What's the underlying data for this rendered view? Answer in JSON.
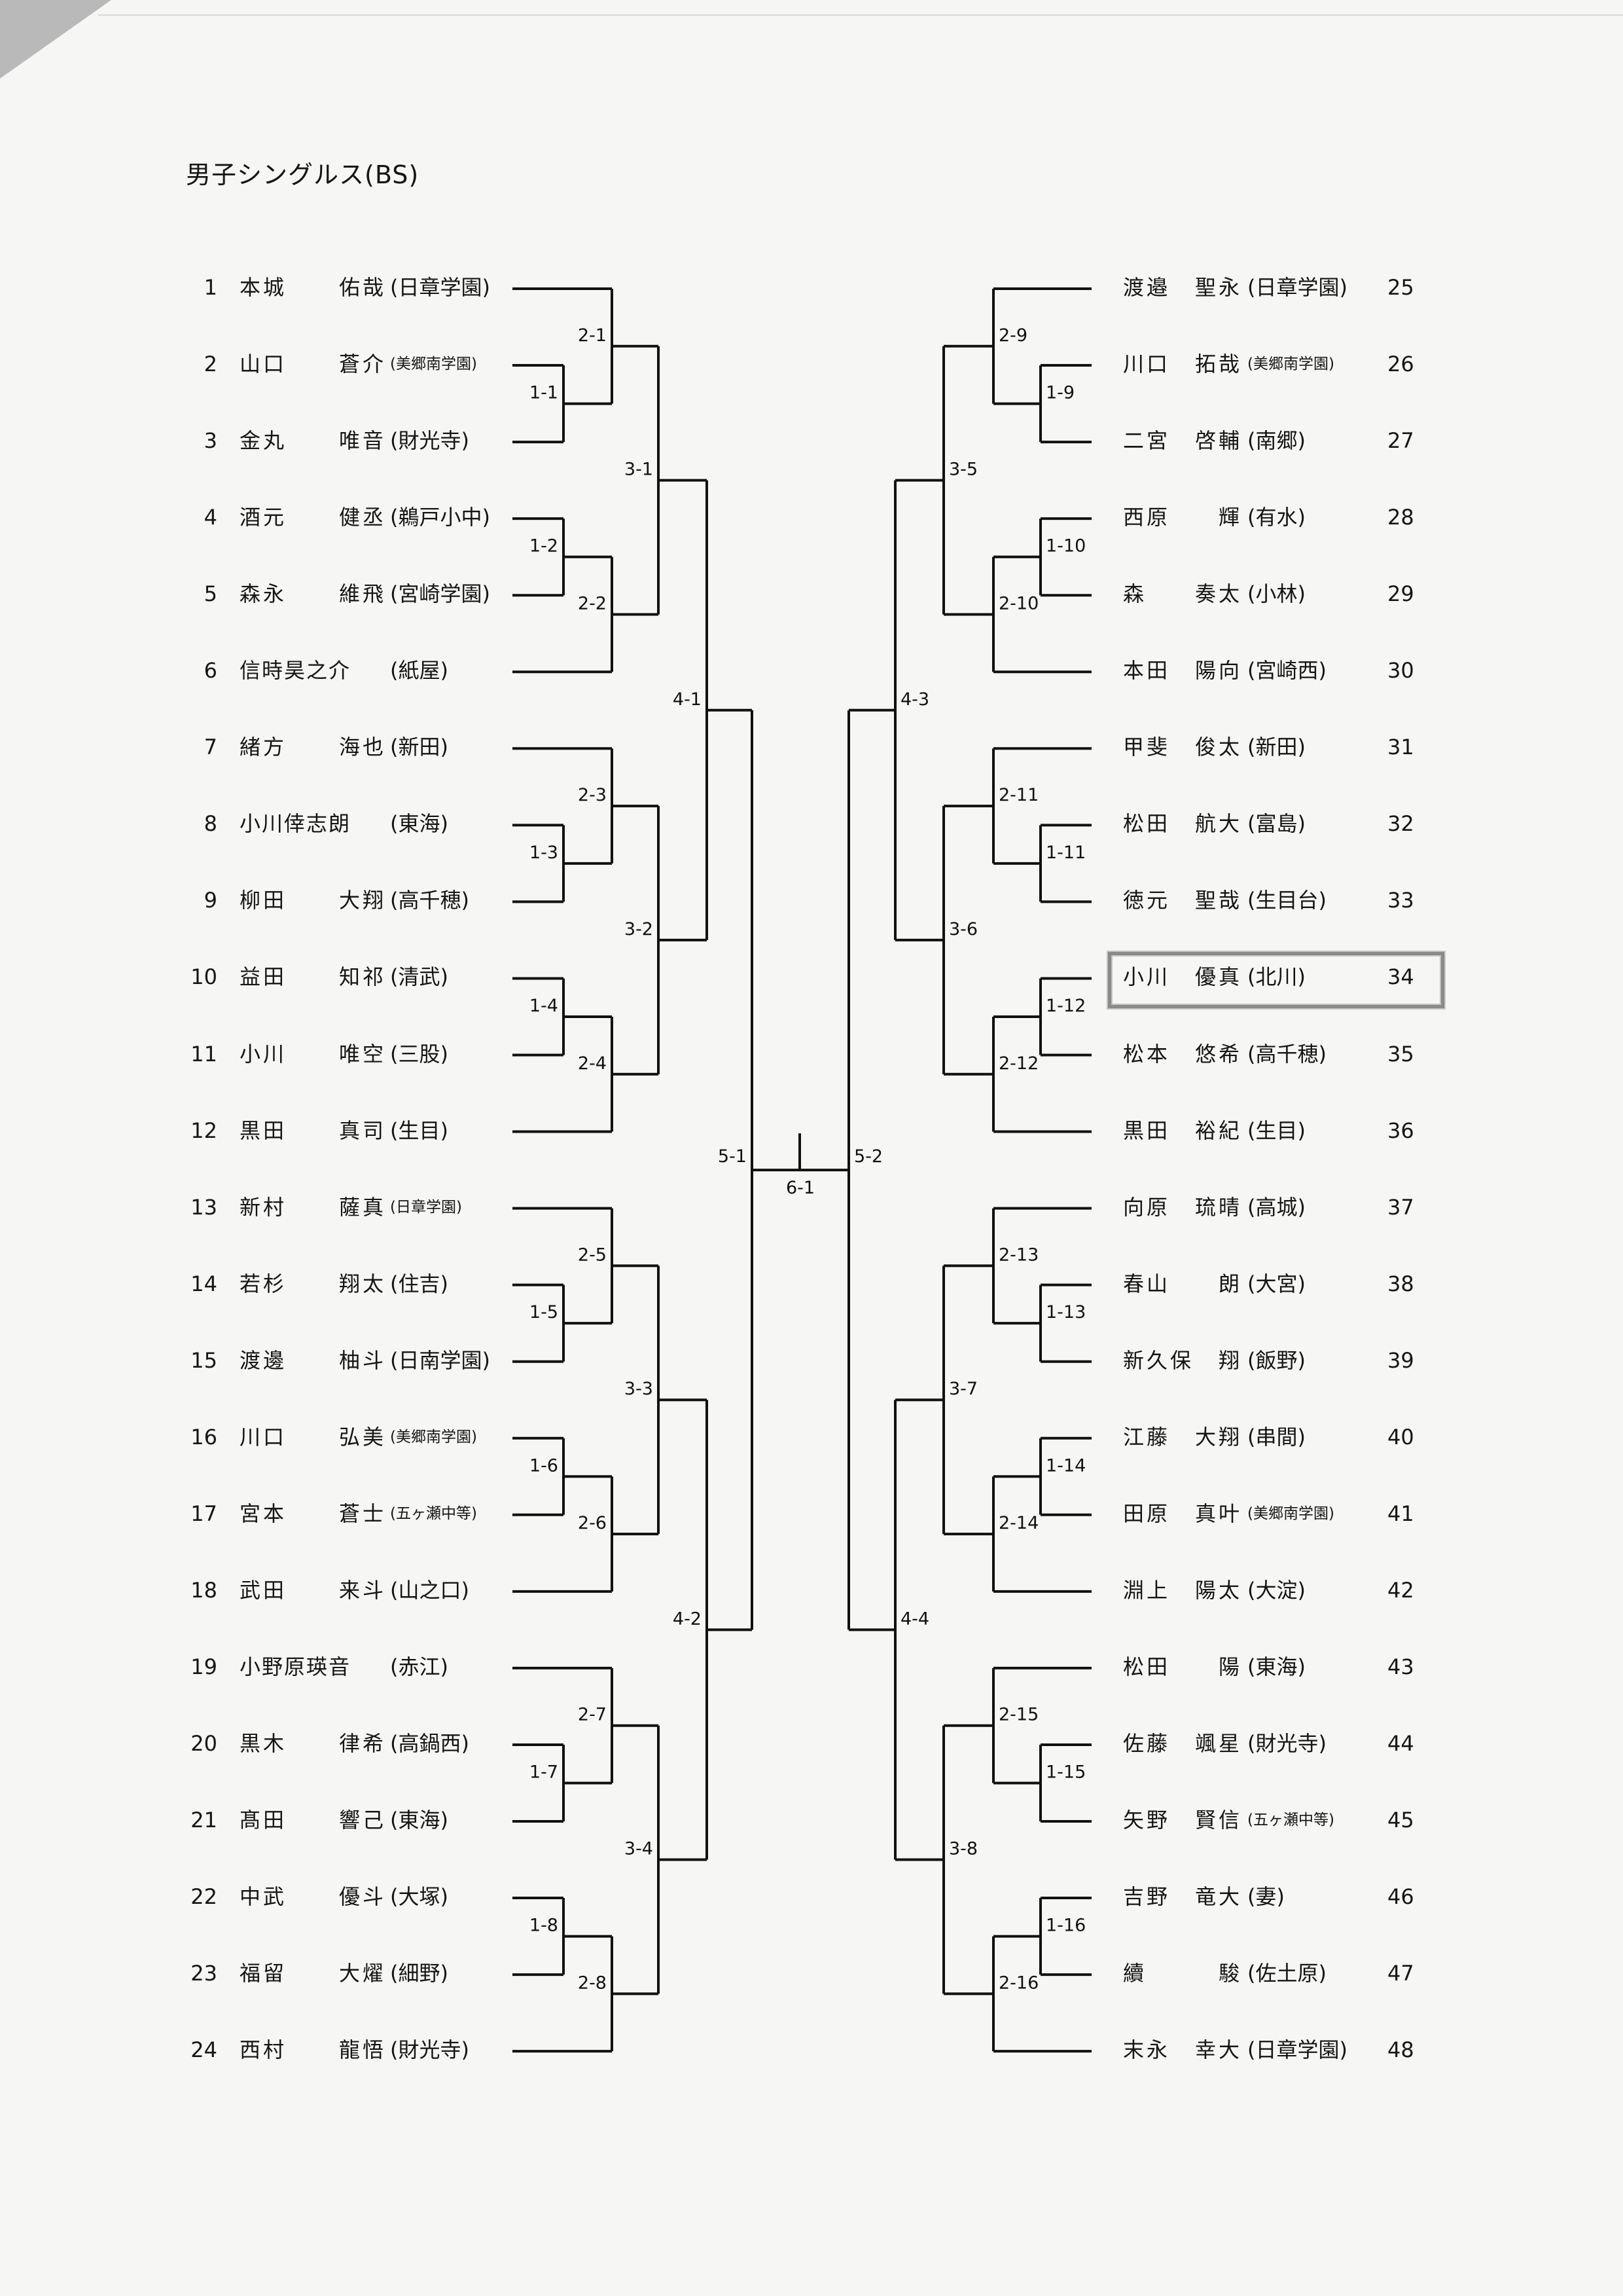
{
  "title": "男子シングルス(BS)",
  "highlighted_seed": 34,
  "left_players": [
    {
      "no": "1",
      "family": "本城",
      "given": "佑哉",
      "school": "(日章学園)"
    },
    {
      "no": "2",
      "family": "山口",
      "given": "蒼介",
      "school": "(美郷南学園)",
      "small": true
    },
    {
      "no": "3",
      "family": "金丸",
      "given": "唯音",
      "school": "(財光寺)"
    },
    {
      "no": "4",
      "family": "酒元",
      "given": "健丞",
      "school": "(鵜戸小中)"
    },
    {
      "no": "5",
      "family": "森永",
      "given": "維飛",
      "school": "(宮崎学園)"
    },
    {
      "no": "6",
      "family": "信時昊之介",
      "given": "",
      "school": "(紙屋)"
    },
    {
      "no": "7",
      "family": "緒方",
      "given": "海也",
      "school": "(新田)"
    },
    {
      "no": "8",
      "family": "小川倖志朗",
      "given": "",
      "school": "(東海)"
    },
    {
      "no": "9",
      "family": "柳田",
      "given": "大翔",
      "school": "(高千穂)"
    },
    {
      "no": "10",
      "family": "益田",
      "given": "知祁",
      "school": "(清武)"
    },
    {
      "no": "11",
      "family": "小川",
      "given": "唯空",
      "school": "(三股)"
    },
    {
      "no": "12",
      "family": "黒田",
      "given": "真司",
      "school": "(生目)"
    },
    {
      "no": "13",
      "family": "新村",
      "given": "薩真",
      "school": "(日章学園)",
      "small": true
    },
    {
      "no": "14",
      "family": "若杉",
      "given": "翔太",
      "school": "(住吉)"
    },
    {
      "no": "15",
      "family": "渡邊",
      "given": "柚斗",
      "school": "(日南学園)"
    },
    {
      "no": "16",
      "family": "川口",
      "given": "弘美",
      "school": "(美郷南学園)",
      "small": true
    },
    {
      "no": "17",
      "family": "宮本",
      "given": "蒼士",
      "school": "(五ヶ瀬中等)",
      "small": true
    },
    {
      "no": "18",
      "family": "武田",
      "given": "来斗",
      "school": "(山之口)"
    },
    {
      "no": "19",
      "family": "小野原瑛音",
      "given": "",
      "school": "(赤江)"
    },
    {
      "no": "20",
      "family": "黒木",
      "given": "律希",
      "school": "(高鍋西)"
    },
    {
      "no": "21",
      "family": "髙田",
      "given": "響己",
      "school": "(東海)"
    },
    {
      "no": "22",
      "family": "中武",
      "given": "優斗",
      "school": "(大塚)"
    },
    {
      "no": "23",
      "family": "福留",
      "given": "大燿",
      "school": "(細野)"
    },
    {
      "no": "24",
      "family": "西村",
      "given": "龍悟",
      "school": "(財光寺)"
    }
  ],
  "right_players": [
    {
      "no": "25",
      "family": "渡邉",
      "given": "聖永",
      "school": "(日章学園)"
    },
    {
      "no": "26",
      "family": "川口",
      "given": "拓哉",
      "school": "(美郷南学園)",
      "small": true
    },
    {
      "no": "27",
      "family": "二宮",
      "given": "啓輔",
      "school": "(南郷)"
    },
    {
      "no": "28",
      "family": "西原",
      "given": "輝",
      "school": "(有水)"
    },
    {
      "no": "29",
      "family": "森",
      "given": "奏太",
      "school": "(小林)"
    },
    {
      "no": "30",
      "family": "本田",
      "given": "陽向",
      "school": "(宮崎西)"
    },
    {
      "no": "31",
      "family": "甲斐",
      "given": "俊太",
      "school": "(新田)"
    },
    {
      "no": "32",
      "family": "松田",
      "given": "航大",
      "school": "(富島)"
    },
    {
      "no": "33",
      "family": "徳元",
      "given": "聖哉",
      "school": "(生目台)"
    },
    {
      "no": "34",
      "family": "小川",
      "given": "優真",
      "school": "(北川)"
    },
    {
      "no": "35",
      "family": "松本",
      "given": "悠希",
      "school": "(高千穂)"
    },
    {
      "no": "36",
      "family": "黒田",
      "given": "裕紀",
      "school": "(生目)"
    },
    {
      "no": "37",
      "family": "向原",
      "given": "琉晴",
      "school": "(高城)"
    },
    {
      "no": "38",
      "family": "春山",
      "given": "朗",
      "school": "(大宮)"
    },
    {
      "no": "39",
      "family": "新久保",
      "given": "翔",
      "school": "(飯野)"
    },
    {
      "no": "40",
      "family": "江藤",
      "given": "大翔",
      "school": "(串間)"
    },
    {
      "no": "41",
      "family": "田原",
      "given": "真叶",
      "school": "(美郷南学園)",
      "small": true
    },
    {
      "no": "42",
      "family": "淵上",
      "given": "陽太",
      "school": "(大淀)"
    },
    {
      "no": "43",
      "family": "松田",
      "given": "陽",
      "school": "(東海)"
    },
    {
      "no": "44",
      "family": "佐藤",
      "given": "颯星",
      "school": "(財光寺)"
    },
    {
      "no": "45",
      "family": "矢野",
      "given": "賢信",
      "school": "(五ヶ瀬中等)",
      "small": true
    },
    {
      "no": "46",
      "family": "吉野",
      "given": "竜大",
      "school": "(妻)"
    },
    {
      "no": "47",
      "family": "續",
      "given": "駿",
      "school": "(佐土原)"
    },
    {
      "no": "48",
      "family": "末永",
      "given": "幸大",
      "school": "(日章学園)"
    }
  ],
  "matches": {
    "left": {
      "round1": [
        "1-1",
        "1-2",
        "1-3",
        "1-4",
        "1-5",
        "1-6",
        "1-7",
        "1-8"
      ],
      "round2": [
        "2-1",
        "2-2",
        "2-3",
        "2-4",
        "2-5",
        "2-6",
        "2-7",
        "2-8"
      ],
      "round3": [
        "3-1",
        "3-2",
        "3-3",
        "3-4"
      ],
      "round4": [
        "4-1",
        "4-2"
      ],
      "round5": "5-1"
    },
    "right": {
      "round1": [
        "1-9",
        "1-10",
        "1-11",
        "1-12",
        "1-13",
        "1-14",
        "1-15",
        "1-16"
      ],
      "round2": [
        "2-9",
        "2-10",
        "2-11",
        "2-12",
        "2-13",
        "2-14",
        "2-15",
        "2-16"
      ],
      "round3": [
        "3-5",
        "3-6",
        "3-7",
        "3-8"
      ],
      "round4": [
        "4-3",
        "4-4"
      ],
      "round5": "5-2"
    },
    "final": "6-1"
  }
}
